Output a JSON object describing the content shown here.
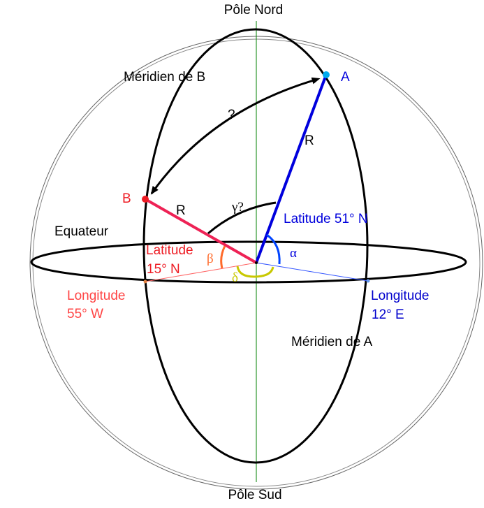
{
  "labels": {
    "north_pole": "Pôle Nord",
    "south_pole": "Pôle Sud",
    "meridian_b": "Méridien de B",
    "meridian_a": "Méridien de A",
    "equator": "Equateur",
    "point_a": "A",
    "point_b": "B",
    "radius_a": "R",
    "radius_b": "R",
    "arc_question": "?",
    "gamma": "γ?",
    "latitude_a": "Latitude 51° N",
    "alpha": "α",
    "latitude_b_line1": "Latitude",
    "latitude_b_line2": "15° N",
    "beta": "β",
    "delta": "δ",
    "longitude_b_line1": "Longitude",
    "longitude_b_line2": "55° W",
    "longitude_a_line1": "Longitude",
    "longitude_a_line2": "12° E"
  },
  "colors": {
    "outline": "#000000",
    "axis": "#008000",
    "point_a": "#0000dd",
    "point_a_dot": "#00aaee",
    "point_b": "#ee1c24",
    "radius_b": "#ee2255",
    "beta_arc": "#ff6a2a",
    "delta_arc": "#c8c800",
    "delta_label": "#c8c800",
    "longitude_b": "#ff4444",
    "longitude_a": "#0000cc",
    "sphere": "#555555"
  }
}
